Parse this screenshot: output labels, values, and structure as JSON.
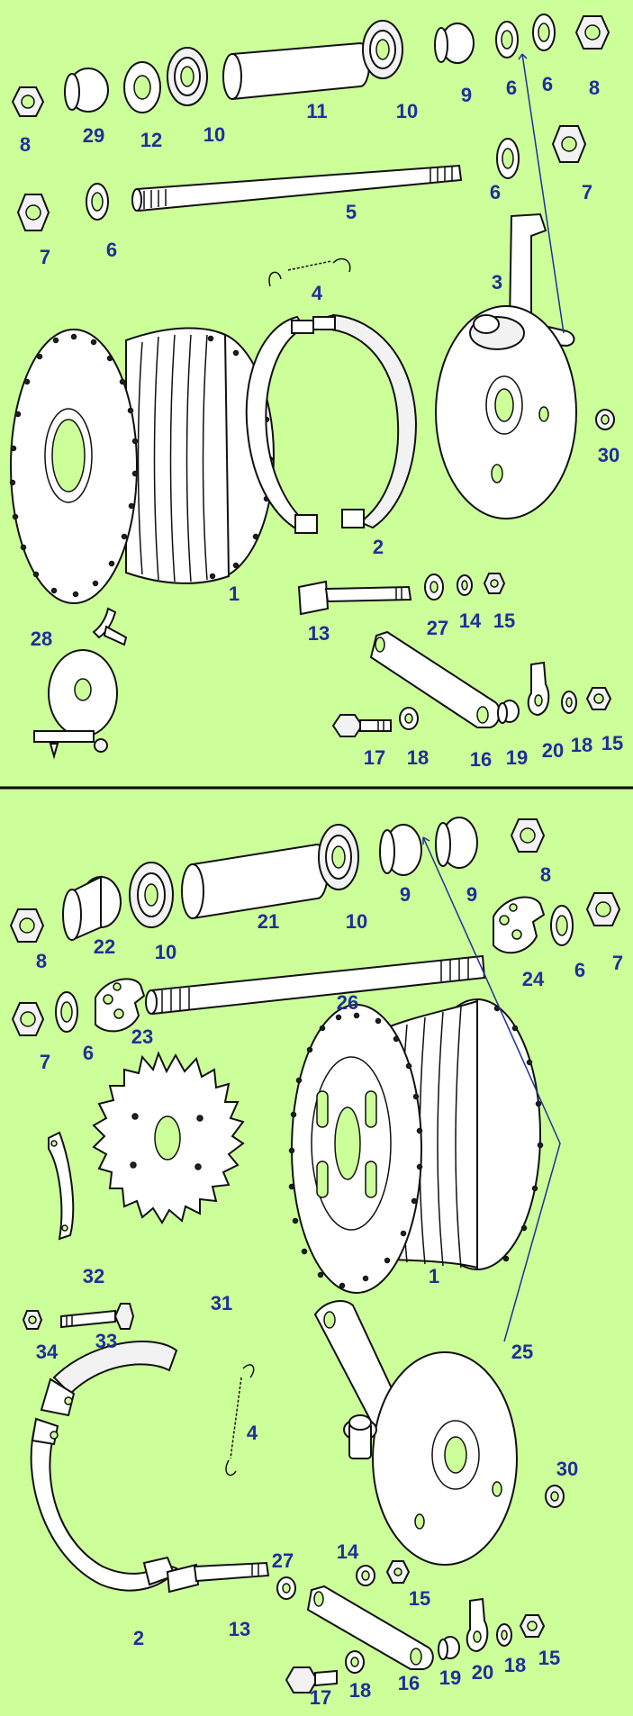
{
  "diagram": {
    "upper_labels": {
      "l1": "8",
      "l2": "29",
      "l3": "12",
      "l4": "10",
      "l5": "11",
      "l6": "10",
      "l7": "9",
      "l8": "6",
      "l9": "6",
      "l10": "8",
      "l11": "7",
      "l12": "6",
      "l13": "5",
      "l14": "6",
      "l15": "7",
      "l16": "4",
      "l17": "3",
      "l18": "30",
      "l19": "2",
      "l20": "1",
      "l21": "13",
      "l22": "27",
      "l23": "14",
      "l24": "15",
      "l25": "28",
      "l26": "17",
      "l27": "18",
      "l28": "16",
      "l29": "19",
      "l30": "20",
      "l31": "18",
      "l32": "15"
    },
    "lower_labels": {
      "l1": "8",
      "l2": "22",
      "l3": "10",
      "l4": "21",
      "l5": "10",
      "l6": "9",
      "l7": "9",
      "l8": "8",
      "l9": "24",
      "l10": "6",
      "l11": "7",
      "l12": "7",
      "l13": "6",
      "l14": "23",
      "l15": "26",
      "l16": "32",
      "l17": "31",
      "l18": "1",
      "l19": "34",
      "l20": "33",
      "l21": "25",
      "l22": "4",
      "l23": "30",
      "l24": "27",
      "l25": "14",
      "l26": "15",
      "l27": "2",
      "l28": "13",
      "l29": "17",
      "l30": "18",
      "l31": "16",
      "l32": "19",
      "l33": "20",
      "l34": "18",
      "l35": "15"
    }
  }
}
